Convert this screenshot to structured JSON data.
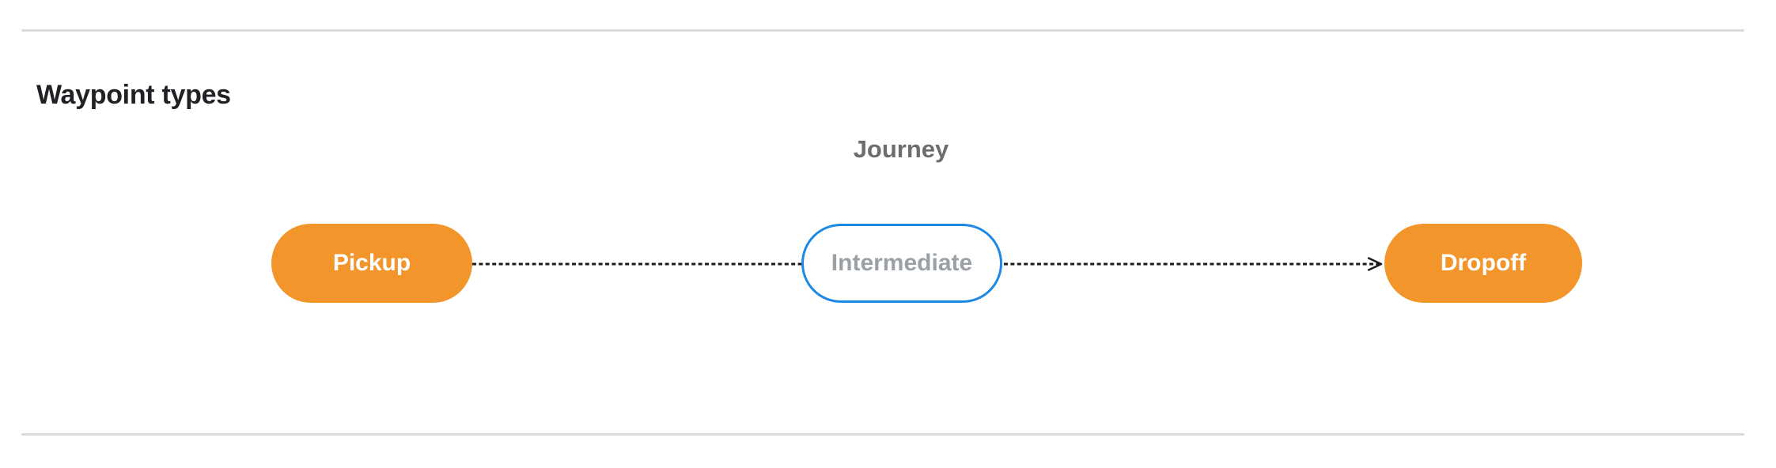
{
  "page": {
    "title": "Waypoint types"
  },
  "diagram": {
    "group_label": "Journey",
    "nodes": [
      {
        "id": "pickup",
        "label": "Pickup",
        "style": "filled"
      },
      {
        "id": "intermediate",
        "label": "Intermediate",
        "style": "outlined"
      },
      {
        "id": "dropoff",
        "label": "Dropoff",
        "style": "filled"
      }
    ],
    "edge": {
      "from": "pickup",
      "to": "dropoff",
      "line_style": "dashed",
      "arrowhead": "open-vee"
    }
  },
  "colors": {
    "node_fill_orange": "#f2952b",
    "node_text_white": "#ffffff",
    "intermediate_border_blue": "#1e88e5",
    "intermediate_text_gray": "#9aa0a6",
    "journey_label_gray": "#6d6d6d",
    "title_text": "#202124",
    "edge_black": "#1a1a1a",
    "divider_gray": "#dadada"
  }
}
